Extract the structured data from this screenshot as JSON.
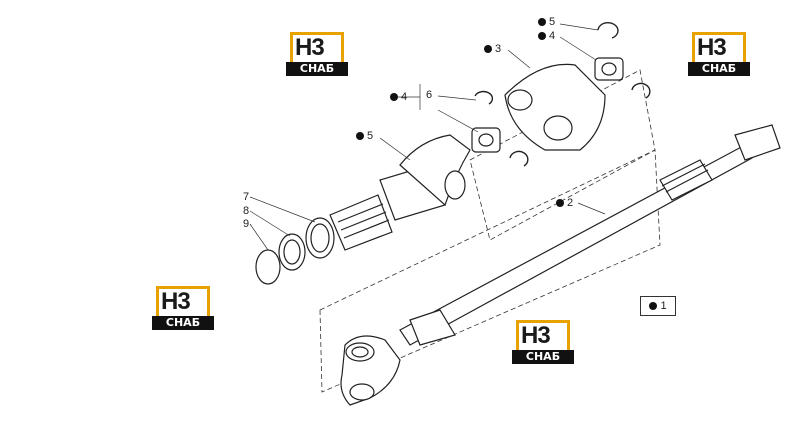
{
  "watermark": {
    "main": "Н3",
    "sub": "СНАБ",
    "accent": "#e8a200"
  },
  "callouts": {
    "c1": "1",
    "c2": "2",
    "c3": "3",
    "c4a": "4",
    "c4b": "4",
    "c5a": "5",
    "c5b": "5",
    "c6": "6",
    "c7": "7",
    "c8": "8",
    "c9": "9"
  }
}
